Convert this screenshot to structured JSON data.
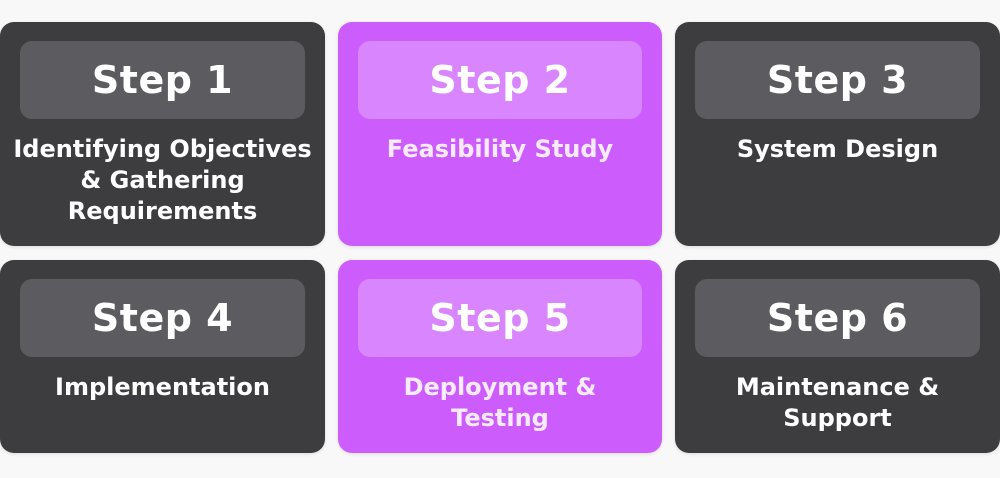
{
  "steps": [
    {
      "title": "Step 1",
      "description": "Identifying Objectives\n& Gathering\nRequirements",
      "theme": "dark"
    },
    {
      "title": "Step 2",
      "description": "Feasibility Study",
      "theme": "purple"
    },
    {
      "title": "Step 3",
      "description": "System Design",
      "theme": "dark"
    },
    {
      "title": "Step 4",
      "description": "Implementation",
      "theme": "dark"
    },
    {
      "title": "Step 5",
      "description": "Deployment &\nTesting",
      "theme": "purple"
    },
    {
      "title": "Step 6",
      "description": "Maintenance &\nSupport",
      "theme": "dark"
    }
  ],
  "colors": {
    "dark_card": "#3d3c3f",
    "dark_pill": "#5c5b5f",
    "purple_card": "#cd5cfc",
    "purple_pill": "#d985fd",
    "background": "#f8f8f9"
  }
}
